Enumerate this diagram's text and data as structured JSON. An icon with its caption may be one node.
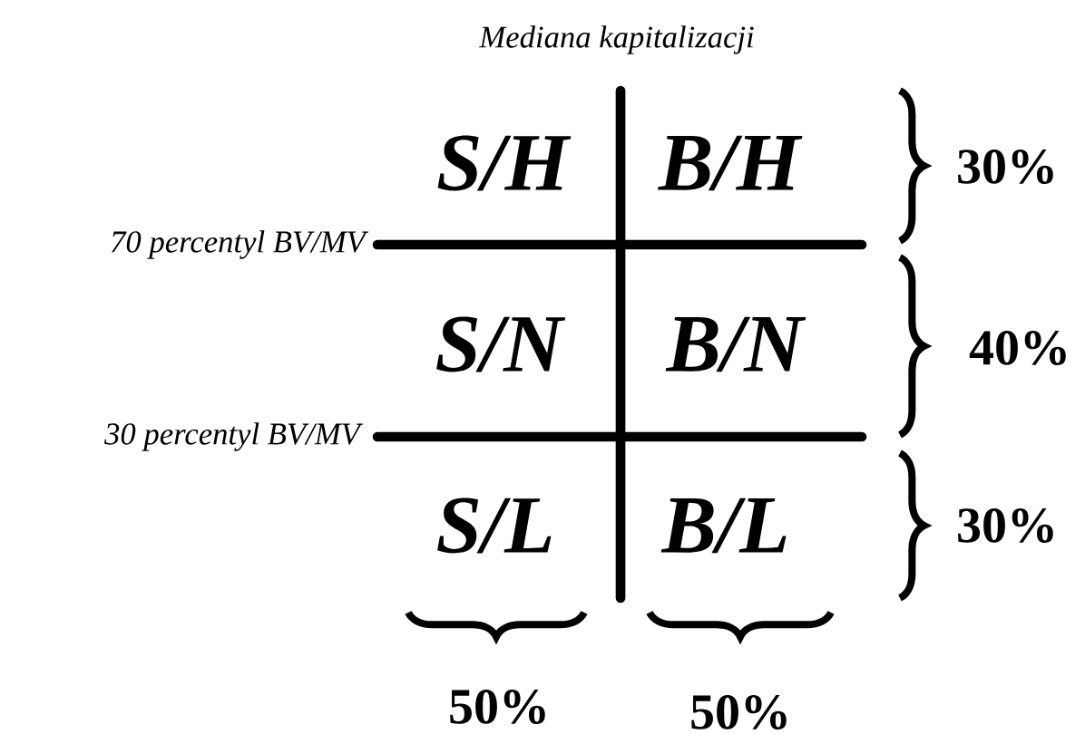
{
  "diagram": {
    "labels": [
      "Mediana kapitalizacji",
      "S/H",
      "B/H",
      "30%",
      "70 percentyl BV/MV",
      "S/N",
      "B/N",
      "40%",
      "30 percentyl BV/MV",
      "S/L",
      "B/L",
      "30%",
      "50%",
      "50%"
    ]
  }
}
